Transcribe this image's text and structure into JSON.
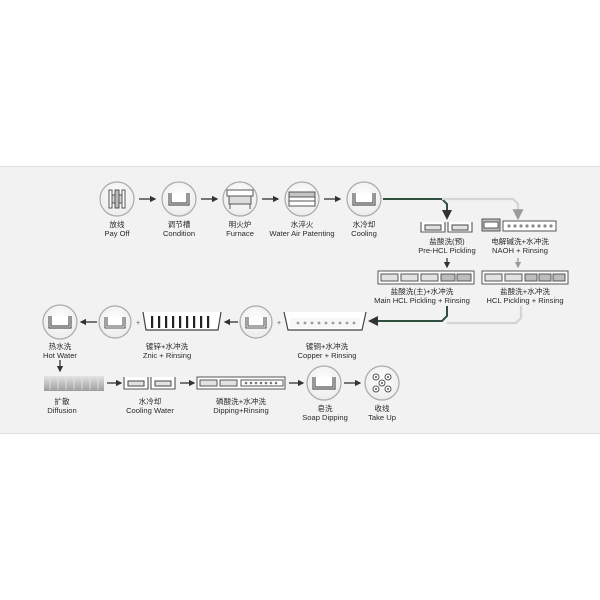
{
  "colors": {
    "panel_background": "#f2f2f2",
    "arrow_gray": "#9a9a9a",
    "arrow_dark": "#333333",
    "pipe_green": "#2f4f3f",
    "pipe_light": "#d4d4d4"
  },
  "steps": [
    {
      "id": "payoff",
      "zh": "放线",
      "en": "Pay Off",
      "icon": "spool-icon"
    },
    {
      "id": "condition",
      "zh": "调节槽",
      "en": "Condition",
      "icon": "tank-icon"
    },
    {
      "id": "furnace",
      "zh": "明火炉",
      "en": "Furnace",
      "icon": "furnace-icon"
    },
    {
      "id": "water-air-patenting",
      "zh": "水淬火",
      "en": "Water Air Patenting",
      "icon": "quench-icon"
    },
    {
      "id": "cooling",
      "zh": "水冷却",
      "en": "Cooling",
      "icon": "tank-icon"
    },
    {
      "id": "pre-hcl-pickling",
      "zh": "盐酸洗(预)",
      "en": "Pre-HCL Pickling",
      "icon": "double-tank-icon"
    },
    {
      "id": "naoh-rinsing",
      "zh": "电解碱洗+水冲洗",
      "en": "NAOH + Rinsing",
      "icon": "electrolytic-tank-icon"
    },
    {
      "id": "main-hcl-pickling",
      "zh": "盐酸洗(主)+水冲洗",
      "en": "Main HCL Pickling + Rinsing",
      "icon": "tank-line-icon"
    },
    {
      "id": "hcl-pickling-rinsing",
      "zh": "盐酸洗+水冲洗",
      "en": "HCL Pickling + Rinsing",
      "icon": "tank-line-icon"
    },
    {
      "id": "copper-rinsing",
      "zh": "镀铜+水冲洗",
      "en": "Copper + Rinsing",
      "icon": "plating-bath-icon"
    },
    {
      "id": "znic-rinsing",
      "zh": "镀锌+水冲洗",
      "en": "Znic + Rinsing",
      "icon": "plating-bath-icon"
    },
    {
      "id": "hot-water",
      "zh": "热水洗",
      "en": "Hot Water",
      "icon": "tank-icon"
    },
    {
      "id": "diffusion",
      "zh": "扩散",
      "en": "Diffusion",
      "icon": "diffusion-icon"
    },
    {
      "id": "cooling-water",
      "zh": "水冷却",
      "en": "Cooling Water",
      "icon": "double-tank-icon"
    },
    {
      "id": "dipping-rinsing",
      "zh": "磷酸洗+水冲洗",
      "en": "Dipping+Rinsing",
      "icon": "tank-line-icon"
    },
    {
      "id": "soap-dipping",
      "zh": "皂洗",
      "en": "Soap Dipping",
      "icon": "tank-icon"
    },
    {
      "id": "take-up",
      "zh": "收线",
      "en": "Take Up",
      "icon": "take-up-reels-icon"
    }
  ]
}
